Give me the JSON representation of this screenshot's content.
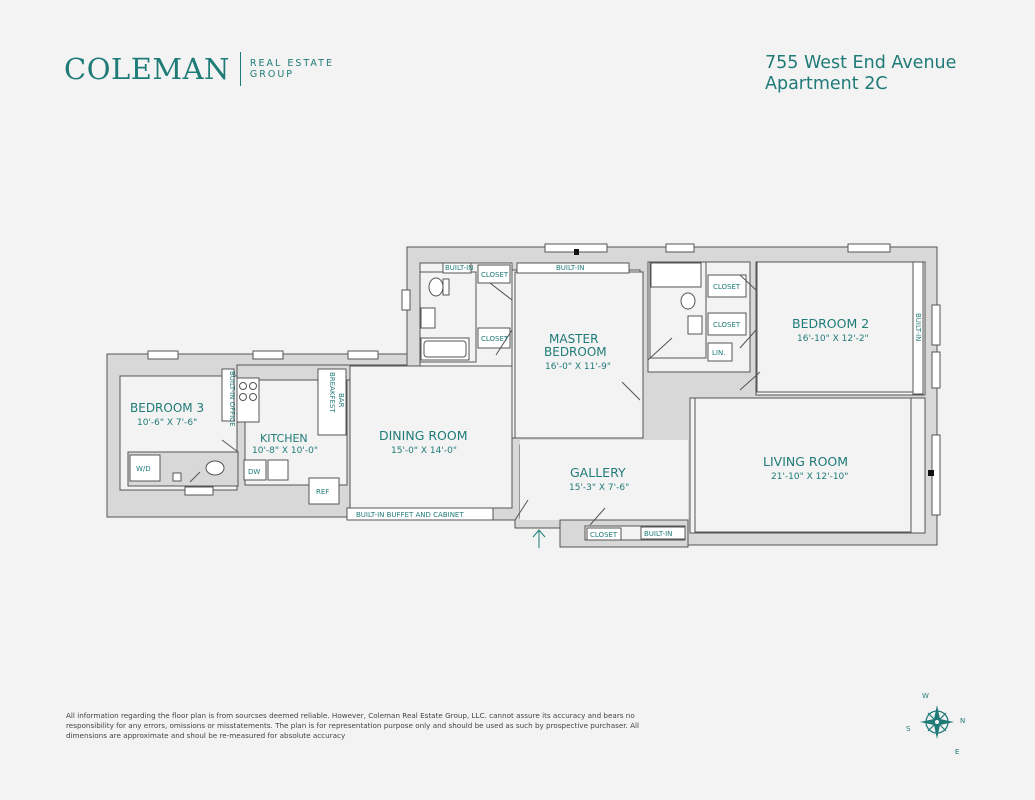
{
  "brand": {
    "name": "COLEMAN",
    "sub_line1": "REAL ESTATE",
    "sub_line2": "GROUP"
  },
  "address": {
    "line1": "755 West End Avenue",
    "line2": "Apartment 2C"
  },
  "rooms": {
    "bedroom3": {
      "name": "BEDROOM 3",
      "dim": "10'-6\" X 7'-6\""
    },
    "kitchen": {
      "name": "KITCHEN",
      "dim": "10'-8\" X 10'-0\""
    },
    "dining": {
      "name": "DINING ROOM",
      "dim": "15'-0\" X 14'-0\""
    },
    "master": {
      "name1": "MASTER",
      "name2": "BEDROOM",
      "dim": "16'-0\" X 11'-9\""
    },
    "gallery": {
      "name": "GALLERY",
      "dim": "15'-3\" X 7'-6\""
    },
    "bedroom2": {
      "name": "BEDROOM 2",
      "dim": "16'-10\" X 12'-2\""
    },
    "living": {
      "name": "LIVING ROOM",
      "dim": "21'-10\" X 12'-10\""
    }
  },
  "fixtures": {
    "builtin": "BUILT-IN",
    "builtin_small": "BUILT-IN",
    "closet": "CLOSET",
    "lin": "LIN.",
    "builtin_office": "BUILT-IN OFFICE",
    "breakfast1": "BREAKFEST",
    "breakfast2": "BAR",
    "wd": "W/D",
    "dw": "DW",
    "ref": "REF",
    "buffet": "BUILT-IN BUFFET AND CABINET"
  },
  "compass": {
    "w": "W",
    "n": "N",
    "e": "E",
    "s": "S"
  },
  "disclaimer": "All information regarding the floor plan is from sourcses deemed reliable. However, Coleman Real Estate Group, LLC. cannot assure its accuracy and bears no responsibility for any errors, omissions or misstatements. The plan is for representation purpose only and should be used as such by prospective purchaser. All dimensions are approximate and shoul be re-measured for absolute accuracy",
  "colors": {
    "accent": "#1f7b78",
    "wall": "#d8d8d8",
    "background": "#f3f3f3"
  }
}
